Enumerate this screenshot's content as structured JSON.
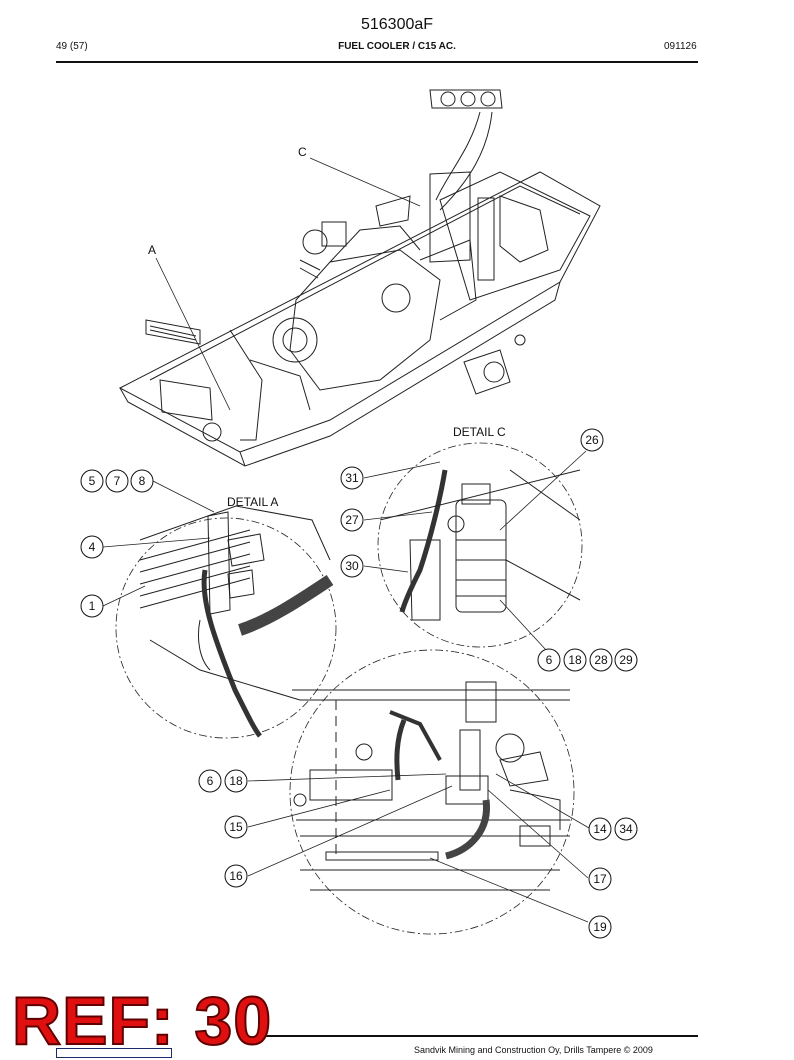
{
  "header": {
    "doc_id": "516300aF",
    "page": "49 (57)",
    "title": "FUEL COOLER / C15 AC.",
    "date_code": "091126"
  },
  "overview_labels": {
    "a": "A",
    "c": "C"
  },
  "details": {
    "detail_a": "DETAIL A",
    "detail_c": "DETAIL C"
  },
  "callouts": {
    "n1": "1",
    "n4": "4",
    "n5": "5",
    "n7": "7",
    "n8": "8",
    "n26": "26",
    "n31": "31",
    "n27": "27",
    "n30": "30",
    "n6a": "6",
    "n18a": "18",
    "n28": "28",
    "n29": "29",
    "n6b": "6",
    "n18b": "18",
    "n15": "15",
    "n16": "16",
    "n14": "14",
    "n34": "34",
    "n17": "17",
    "n19": "19"
  },
  "stamp": "REF: 30",
  "footer": {
    "copyright": "Sandvik Mining and Construction Oy, Drills Tampere © 2009"
  }
}
